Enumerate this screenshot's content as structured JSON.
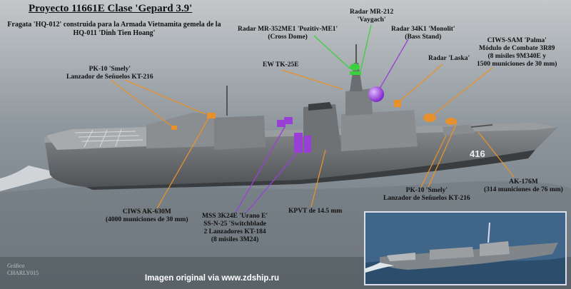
{
  "title": "Proyecto 11661E Clase 'Gepard 3.9'",
  "subtitle_lines": [
    "Fragata 'HQ-012' construida para la Armada Vietnamita gemela de la",
    "HQ-011 'Dinh Tien Hoang'"
  ],
  "hull_number": "416",
  "colors": {
    "green": "#3dcf3d",
    "purple": "#9a3fd6",
    "orange": "#e8902c",
    "sea": "#7d8890",
    "hull": "#75797c"
  },
  "labels": {
    "radar_mr212": [
      "Radar MR-212",
      "'Vaygach'"
    ],
    "radar_mr352": [
      "Radar MR-352ME1 'Pozitiv-ME1'",
      "(Cross Dome)"
    ],
    "radar_34k1": [
      "Radar 34K1 'Monolit'",
      "(Bass Stand)"
    ],
    "radar_laska": [
      "Radar 'Laska'"
    ],
    "ciws_sam": [
      "CIWS-SAM 'Palma'",
      "Módulo de Combate 3R89",
      "(8 misiles 9M340E y",
      "1500 municiones de 30 mm)"
    ],
    "pk10_front": [
      "PK-10 'Smely'",
      "Lanzador de Señuelos KT-216"
    ],
    "ew": [
      "EW TK-25E"
    ],
    "ciws_ak630": [
      "CIWS AK-630M",
      "(4000 municiones de 30 mm)"
    ],
    "mss": [
      "MSS 3K24E 'Urano E'",
      "SS-N-25 'Switchblade",
      "2 Lanzadores KT-184",
      "(8 misiles 3M24)"
    ],
    "kpvt": [
      "KPVT de 14.5 mm"
    ],
    "pk10_rear": [
      "PK-10 'Smely'",
      "Lanzador de Señuelos KT-216"
    ],
    "ak176": [
      "AK-176M",
      "(314 municiones de 76 mm)"
    ]
  },
  "signature": [
    "Gráfico",
    "CHARLY015"
  ],
  "credit": "Imagen original via www.zdship.ru"
}
